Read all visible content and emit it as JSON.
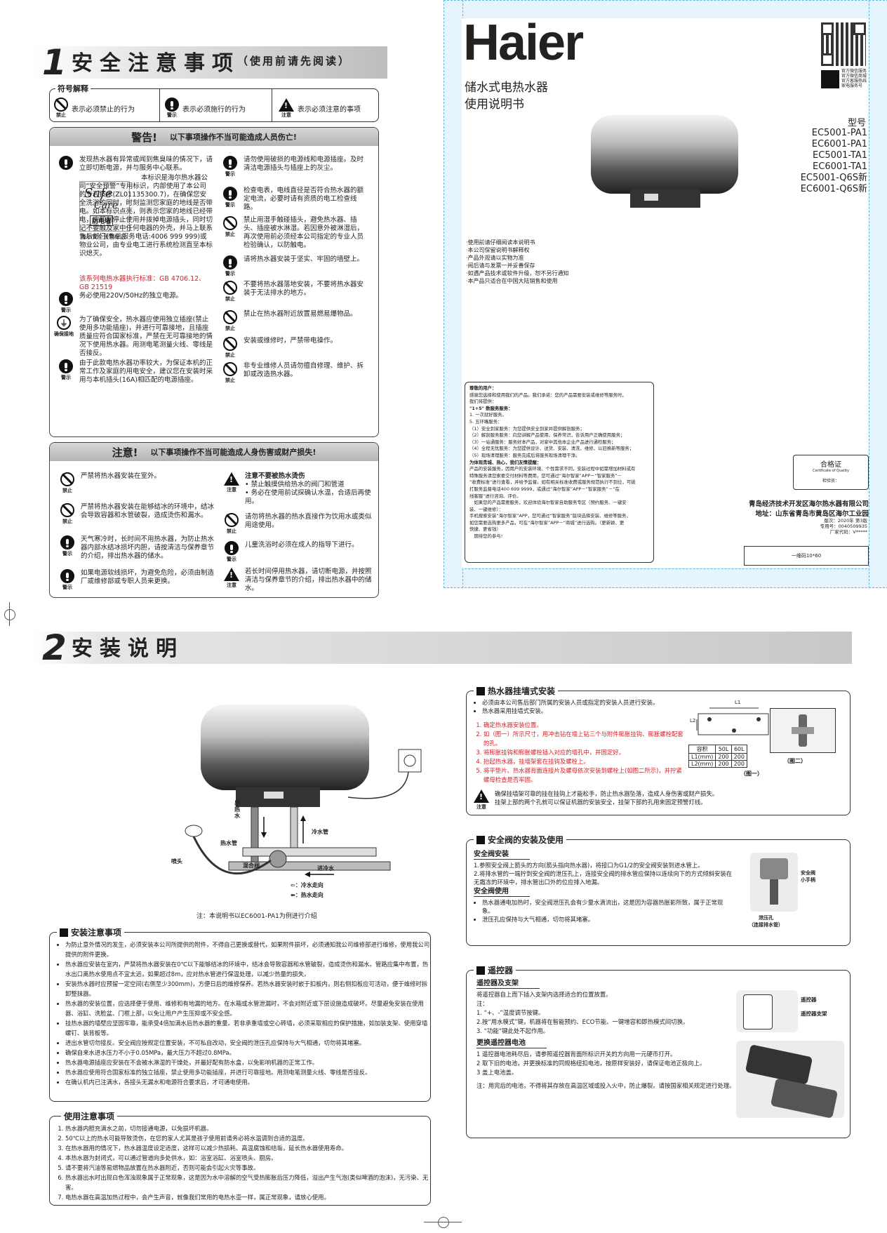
{
  "section1": {
    "num": "1",
    "title": "安全注意事项",
    "subtitle": "（使用前请先阅读）"
  },
  "legend": {
    "title": "符号解释",
    "items": [
      {
        "tag": "禁止",
        "text": "表示必须禁止的行为"
      },
      {
        "tag": "警示",
        "text": "表示必须施行的行为"
      },
      {
        "tag": "注意",
        "text": "表示必须注意的事项"
      }
    ]
  },
  "warning": {
    "head": "警告!",
    "headline": "以下事项操作不当可能造成人员伤亡!",
    "left": [
      {
        "tag": "",
        "text": "发现热水器有异常或闻到焦臭味的情况下，请立即切断电源，并与服务中心联系。"
      },
      {
        "tag": "",
        "text": "本标识是海尔热水器公司“安全预警”专用标识，内部使用了本公司的专利技术(ZL01135300.7)，在确保您安全洗浴的同时，时刻监测您家庭的地线是否带电。如本标识点亮，则表示您家的地线已经带电，应即刻停止使用并拨掉电源插头，同时切记不要触及家中任何电器的外壳，并马上联系售后部门(售后服务电话:4006 999 999)或物业公司，由专业电工进行系统检测直至本标识熄灭。",
        "logo1": "Safe",
        "logo2": "Care",
        "logo3": "防电墙",
        "logo_caption": "海尔安全预警标志"
      },
      {
        "tag": "警示",
        "text": "务必使用220V/50Hz的独立电源。"
      },
      {
        "tag": "确保接地",
        "text": "为了确保安全，热水器应使用独立插座(禁止使用多功能插座)，并进行可靠接地，且插座质量应符合国家标准，严禁在无可靠接地的情况下使用热水器。用测电笔测量火线、零线是否接反。"
      },
      {
        "tag": "警示",
        "text": "由于此款电热水器功率较大，为保证本机的正常工作及家庭的用电安全，建议您在安装时采用与本机插头(16A)相匹配的电源插座。"
      }
    ],
    "standard": "该系列电热水器执行标准：GB 4706.12、GB 21519",
    "right": [
      {
        "tag": "警示",
        "text": "请勿使用破损的电源线和电源插座。及时清洁电源插头与插座上的灰尘。"
      },
      {
        "tag": "警示",
        "text": "检查电表，电线直径是否符合热水器的额定电流，必要时请有资质的电工检查线路。"
      },
      {
        "tag": "禁止",
        "text": "禁止用湿手触碰插头，避免热水器、插头、插座被水淋湿。若因意外被淋湿后，再次使用前必须经本公司指定的专业人员检验确认，以防触电。"
      },
      {
        "tag": "警示",
        "text": "请将热水器安装于坚实、牢固的墙壁上。"
      },
      {
        "tag": "禁止",
        "text": "不要将热水器落地安装，不要将热水器安装于无法排水的地方。"
      },
      {
        "tag": "禁止",
        "text": "禁止在热水器附近放置易燃易爆物品。"
      },
      {
        "tag": "禁止",
        "text": "安装或维修时，严禁带电操作。"
      },
      {
        "tag": "禁止",
        "text": "非专业维修人员请勿擅自修理、维护、拆卸或改造热水器。"
      }
    ]
  },
  "caution": {
    "head": "注意!",
    "headline": "以下事项操作不当可能造成人身伤害或财产损失!",
    "left": [
      {
        "tag": "禁止",
        "text": "严禁将热水器安装在室外。"
      },
      {
        "tag": "禁止",
        "text": "严禁将热水器安装在能够结冰的环境中，结冰会导致容器和水管破裂，造成烫伤和漏水。"
      },
      {
        "tag": "警示",
        "text": "天气寒冷时，长时间不用热水器，为防止热水器内部水结冰损坏内胆，请按清洁与保养章节的介绍，排出热水器的储水。"
      },
      {
        "tag": "警示",
        "text": "如果电源软线损坏，为避免危险，必须由制造厂或维修部或专职人员来更换。"
      }
    ],
    "right": [
      {
        "tag": "注意",
        "title": "注意不要被热水烫伤",
        "lines": [
          "• 禁止触摸供给热水的阀门和管道",
          "• 务必在使用前试探确认水温，合适后再使用。"
        ]
      },
      {
        "tag": "禁止",
        "title": "",
        "lines": [
          "请勿将热水器的热水直接作为饮用水或类似用途使用。"
        ]
      },
      {
        "tag": "警示",
        "title": "",
        "lines": [
          "儿童洗浴时必须在成人的指导下进行。"
        ]
      },
      {
        "tag": "注意",
        "title": "",
        "lines": [
          "若长时间停用热水器，请切断电源，并按照清洁与保养章节的介绍，排出热水器中的储水。"
        ]
      }
    ]
  },
  "cover": {
    "brand": "Haier",
    "title1": "储水式电热水器",
    "title2": "使用说明书",
    "model_label": "型号",
    "models": [
      "EC5001-PA1",
      "EC6001-PA1",
      "EC5001-TA1",
      "EC6001-TA1",
      "EC5001-Q6S新",
      "EC6001-Q6S新"
    ],
    "qr_caption": [
      "官方微信服务",
      "官方微信商城",
      "官方客服热线",
      "家电服务号"
    ],
    "notes": [
      "·使用前请仔细阅读本说明书",
      "·本公司保留说明书解释权",
      "·产品外观请以实物为准",
      "·阅后请与发票一并妥善保存",
      "·如遇产品技术或软件升级，恕不另行通知",
      "·本产品只适合在中国大陆销售和使用"
    ],
    "letter": {
      "title": "尊敬的用户：",
      "lines": [
        "感谢您选择和使用我们的产品。我们承诺：您的产品需要安装或维修等服务时，",
        "我们将提供：",
        "\"1+5\" 数服务服务：",
        "1. 一次就好服务。",
        "5. 五环嘴服务：",
        "（1）安全到家服务：为您提供安全到家并提供解剖服务；",
        "（2）解剖服务服务：向您讲解产品使用、保养常识，告诉用户正确使用服务；",
        "（3）一站通服务：服务好本产品，对家中其他本企业产品进行通检服务；",
        "（4）全程无忧服务：为您提供设计、送货、安装、清洗、维修、以旧换新等服务；",
        "（5）现场清理服务：服务完成后将服务现场清理干净。",
        "为体现贵城、热心，我们友情提醒：",
        "产品的安装服务，因用户的安装环境、个性需求不同，安装过程中如需增加材料或有",
        "特殊服务请您索要交付材料等费用，您可通过“海尔智家”APP－“智家服务”－",
        "“收费标准”进行查看，并给予监督。如有相关标准收费或服务规范执行不到位，可拨",
        "打服务监督电话400 699 9999，或通过“海尔智家”APP－“智家服务”－“在",
        "线客服”进行咨询、评价。",
        "　如果您的产品需要服务，欢迎体验海尔智家自助服务专区（预约服务、一键安",
        "装、一键维修）：",
        "手机搜索安装“海尔智家”APP，您可通过“智家服务”版块选择安装、维修等服务，",
        "如您需要选购更多产品，可在“海尔智家”APP－“商城”进行选购。（更新颖、更",
        "快捷、更省钱）",
        "　期待您的参与!"
      ]
    },
    "cert": {
      "title": "合格证",
      "sub": "Certificate of Quality",
      "check": "检验员："
    },
    "company": "青岛经济技术开发区海尔热水器有限公司",
    "address": "地址：山东省青岛市黄岛区海尔工业园",
    "edition": [
      "版次：2020年 第3版",
      "专用号：0040509935",
      "厂家代码：V*****"
    ],
    "barcode": "一维码10*60"
  },
  "section2": {
    "num": "2",
    "title": "安装说明"
  },
  "diagram": {
    "labels": {
      "outlet": "出热水",
      "hot_pipe": "热水管",
      "cold_pipe": "冷水管",
      "shower": "喷头",
      "mixer": "混合阀",
      "cold_in": "进冷水",
      "legend_cold": "：冷水走向",
      "legend_hot": "：热水走向"
    },
    "note": "注：本说明书以EC6001-PA1为例进行介绍"
  },
  "install_notes": {
    "title": "安装注意事项",
    "items": [
      "为防止意外情况的发生，必须安装本公司所提供的附件，不得自己更换或替代，如果附件损坏，必须通知我公司维修部进行维修，使用我公司提供的附件更换。",
      "热水器应安装在室内，严禁将热水器安装在0℃以下能够结冰的环境中，结冰会导致容器和水管破裂，造成烫伤和漏水。管路应集中布置，热水出口离热水使用点不宜太远，如果超过8m，应对热水管进行保温处理，以减少热量的损失。",
      "安装热水器时应预留一定空间(右侧至少300mm)，方便日后的维修保养。若热水器安装时嵌于扣板内，则右侧扣板应可活动，便于维修时拆卸整抹器。",
      "热水器的安装位置，应选择便于使用、维修和有地漏的地方。在水箱或水管泄漏时，不会对附近或下层设施造成破坏。尽量避免安装在使用器、浴缸、洗脸盆、门框上部，以免让用户产生压抑或不安全感。",
      "挂热水器的墙壁应坚固牢靠，能承受4倍加满水后热水器的重量。若非承重墙或空心砖墙，必须采取相应的保护措施，如加装支架、使用穿墙螺钉、装背板等。",
      "进出水管切勿接反。安全阀应按规定位置安装，不可私自改动，安全阀的泄压孔应保持与大气相通，切勿将其堵塞。",
      "确保自来水进水压力不小于0.05MPa，最大压力不超过0.8MPa。",
      "热水器电源插座应安装在不会被水淋湿的干燥处，并最好配有防水盒，以免影响机器的正常工作。",
      "热水器应使用符合国家标准的独立插座，禁止使用多功能插座，并进行可靠接地。用测电笔测量火线、零线是否接反。",
      "在确认机内已注满水，各接头无漏水和电源符合要求后，才可通电使用。"
    ]
  },
  "use_notes": {
    "title": "使用注意事项",
    "items": [
      "热水器内胆充满水之前，切勿接通电源，以免损坏机器。",
      "50℃以上的热水可能导致烫伤，在您的家人尤其是孩子使用前请务必将水温调到合适的温度。",
      "在热水器用的情况下，热水器温度设定适度，这样可以减少热损耗、高温腐蚀和结垢，延长热水器使用寿命。",
      "本热水器为封闭式，可以通过管道向多处供水，如：浴室浴缸、浴室喷头、厨房。",
      "请不要将汽油等易燃物品放置在热水器附近，否则可能会引起火灾等事故。",
      "热水器出水时出现白色浑浊现象属于正常现象，这是因为水中溶解的空气受热膨胀后压力降低，溢出产生气泡(类似啤酒的泡沫)，无污染、无害。",
      "电热水器在高温加热过程中，会产生声音，就像我们常用的电热水壶一样，属正常现象，请放心使用。"
    ]
  },
  "wall_mount": {
    "title": "热水器挂墙式安装",
    "bullets": [
      "必须由本公司售后部门所属的安装人员或指定的安装人员进行安装。",
      "热水器采用挂墙式安装。"
    ],
    "steps": [
      "确定热水器安装位置。",
      "如（图一）所示尺寸，用冲击钻在墙上钻三个与附件膨胀挂钩、膨胀螺栓配套的孔。",
      "将膨胀挂钩和膨胀螺栓插入对应的墙孔中，并固定好。",
      "抬起热水器，挂墙架套在挂钩及螺栓上。",
      "将平垫片、热水器背面连接片及螺母依次安装到螺栓上(如图二所示)，并拧紧螺母检查是否牢固。"
    ],
    "table": {
      "head": [
        "容积",
        "50L",
        "60L"
      ],
      "rows": [
        [
          "L1(mm)",
          "200",
          "200"
        ],
        [
          "L2(mm)",
          "200",
          "200"
        ]
      ]
    },
    "fig1": "（图一）",
    "fig2": "（图二）",
    "dim_l1": "L1",
    "dim_l2": "L2",
    "caution_tag": "注意",
    "caution": [
      "确保挂墙架可靠的挂在挂钩上才能松手，防止热水器坠落，造成人身伤害或财产损失。",
      "挂架上部的两个孔就可以保证机器的安装安全，挂架下部的孔用来固定预警灯线。"
    ]
  },
  "safety_valve": {
    "title": "安全阀的安装及使用",
    "sub1": "安全阀安装",
    "install": [
      "1.参照安全阀上箭头的方向(箭头指向热水器)，将接口为G1/2的安全阀安装到进水管上。",
      "2.将排水管的一端拧到安全阀的泄压孔上，连接安全阀的排水管应保持以连续向下的方式倾斜安装在无霜冻的环境中，排水管出口外的位应排入地漏。"
    ],
    "sub2": "安全阀使用",
    "use": [
      "热水器通电加热时，安全阀泄压孔会有少量水滴流出，这是因为容器热胀影所致，属于正常现象。",
      "泄压孔应保持与大气相通，切勿将其堵塞。"
    ],
    "label_valve": "安全阀",
    "label_handle": "小手柄",
    "label_hole": "泄压孔",
    "label_hole2": "（连接排水管）"
  },
  "remote": {
    "title": "遥控器",
    "sub1": "遥控器及支架",
    "text1": "将遥控器自上而下插入支架内选择适合的位置放置。",
    "notes": [
      "注：",
      "1. “+、-”温度调节按键。",
      "2.按“用水模式”键，机器将在智能预约、ECO节能、一键增容和即热模式间切换。",
      "3. “功能”键此处不起作用。"
    ],
    "label_remote": "遥控器",
    "label_holder": "遥控器支架",
    "sub2": "更换遥控器电池",
    "battery": [
      "1 遥控器电池耗尽后，请参照遥控器背面所标识开关的方向用一元硬币打开。",
      "2 取下旧的电池，并更换标准的同规格纽扣电池，按原样安装好，请保证电池正极向上。",
      "3 盖上电池盖。"
    ],
    "battery_note": "注：用完后的电池，不得将其存放在高温区域或投入火中，防止爆裂。请按国家相关规定进行处理。"
  }
}
